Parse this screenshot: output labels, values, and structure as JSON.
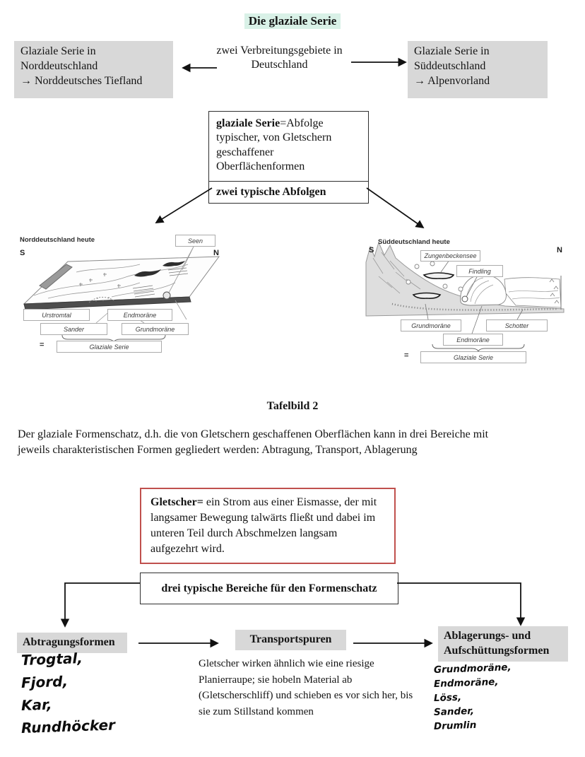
{
  "colors": {
    "title_highlight": "#d9f1e7",
    "box_gray": "#d8d8d8",
    "red_border": "#c0504d"
  },
  "title": "Die glaziale Serie",
  "distribution": {
    "north_box": {
      "line1": "Glaziale Serie in",
      "line2": "Norddeutschland",
      "line3": "→ Norddeutsches Tiefland"
    },
    "center": {
      "line1": "zwei Verbreitungsgebiete in",
      "line2": "Deutschland"
    },
    "south_box": {
      "line1": "Glaziale Serie in",
      "line2": "Süddeutschland",
      "line3": "→ Alpenvorland"
    }
  },
  "definition_box": {
    "term": "glaziale Serie",
    "rest": "=Abfolge typischer, von Gletschern geschaffener Oberflächenformen",
    "subtitle": "zwei typische Abfolgen"
  },
  "north_diagram": {
    "caption": "Norddeutschland heute",
    "south_label": "S",
    "north_label": "N",
    "labels": {
      "seen": "Seen",
      "urstromtal": "Urstromtal",
      "endmoraene": "Endmoräne",
      "sander": "Sander",
      "grundmoraene": "Grundmoräne",
      "equals": "=",
      "serie": "Glaziale Serie"
    }
  },
  "south_diagram": {
    "caption": "Süddeutschland heute",
    "south_label": "S",
    "north_label": "N",
    "labels": {
      "zungenbeckensee": "Zungenbeckensee",
      "findling": "Findling",
      "grundmoraene": "Grundmoräne",
      "schotter": "Schotter",
      "endmoraene": "Endmoräne",
      "equals": "=",
      "serie": "Glaziale Serie"
    }
  },
  "tafelbild2": {
    "heading": "Tafelbild 2",
    "intro": "Der glaziale Formenschatz, d.h. die von Gletschern geschaffenen Oberflächen kann in drei Bereiche mit jeweils charakteristischen Formen gegliedert werden: Abtragung, Transport, Ablagerung",
    "glacier_box": {
      "term": "Gletscher=",
      "rest": " ein Strom aus einer Eismasse, der mit langsamer Bewegung talwärts fließt und dabei im unteren Teil durch Abschmelzen langsam aufgezehrt wird."
    },
    "branch_box": "drei typische Bereiche für den Formenschatz",
    "columns": {
      "left": {
        "header": "Abtragungsformen",
        "handwritten": [
          "Trogtal,",
          "Fjord,",
          "Kar,",
          "Rundhöcker"
        ]
      },
      "middle": {
        "header": "Transportspuren",
        "text": "Gletscher wirken ähnlich wie eine riesige Planierraupe; sie hobeln Material ab (Gletscherschliff) und schieben es vor sich her, bis sie zum Stillstand kommen"
      },
      "right": {
        "header_line1": "Ablagerungs- und",
        "header_line2": "Aufschüttungsformen",
        "handwritten": [
          "Grundmoräne,",
          "Endmoräne,",
          "Löss,",
          "Sander,",
          "Drumlin"
        ]
      }
    }
  }
}
